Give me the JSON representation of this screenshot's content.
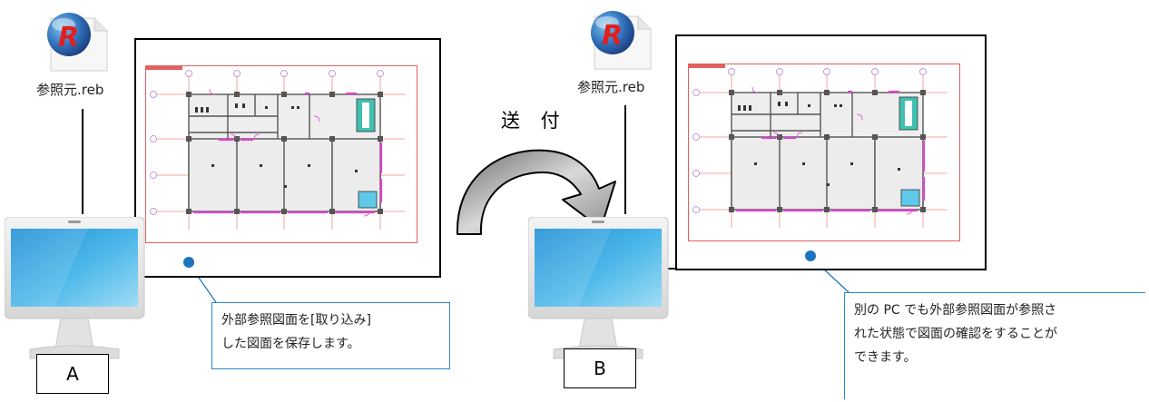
{
  "left": {
    "file_name": "参照元.reb",
    "pc_label": "A",
    "callout_lines": [
      "外部参照図面を[取り込み]",
      "した図面を保存します。"
    ]
  },
  "transfer": {
    "label": "送 付"
  },
  "right": {
    "file_name": "参照元.reb",
    "pc_label": "B",
    "callout_lines": [
      "別の PC でも外部参照図面が参照さ",
      "れた状態で図面の確認をすることが",
      "できます。"
    ]
  },
  "colors": {
    "callout_border": "#2e86c8",
    "callout_dot": "#1e73be",
    "plan_border": "#e06060",
    "plan_grid": "#f08a8a",
    "wall_magenta": "#e040d0",
    "monitor_screen": "#3aa8e0",
    "arrow_gray": "#b8b8b8"
  },
  "icons": {
    "file": "reb-file-icon",
    "monitor": "desktop-monitor-icon",
    "arrow": "curved-arrow-icon"
  }
}
